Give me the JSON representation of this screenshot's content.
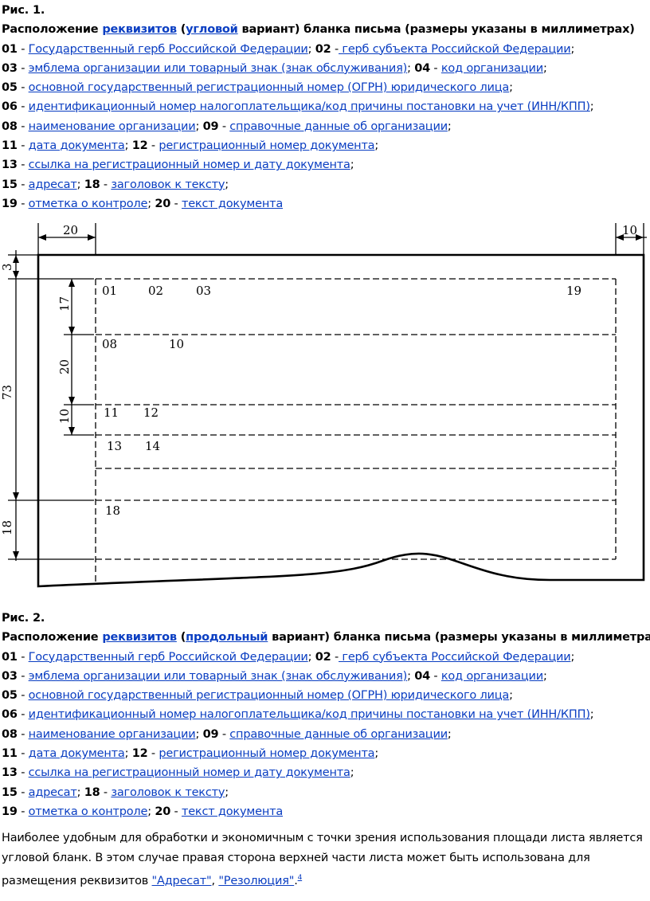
{
  "fig1": {
    "heading": "Рис. 1.",
    "title_prefix": "Расположение",
    "title_link1": "реквизитов",
    "title_open": "(",
    "title_link2": "угловой",
    "title_suffix": "вариант) бланка письма (размеры указаны в миллиметрах)"
  },
  "fig2": {
    "heading": "Рис. 2.",
    "title_prefix": "Расположение",
    "title_link1": "реквизитов",
    "title_open": "(",
    "title_link2": "продольный",
    "title_suffix": "вариант) бланка письма (размеры указаны в миллиметрах)"
  },
  "legend": {
    "n01": "01",
    "t01": "Государственный герб Российской Федерации",
    "n02": "02",
    "t02": " герб субъекта Российской Федерации",
    "n03": "03",
    "t03": "эмблема организации или товарный знак (знак обслуживания)",
    "n04": "04",
    "t04": "код организации",
    "n05": "05",
    "t05": "основной государственный регистрационный номер (ОГРН) юридического лица",
    "n06": "06",
    "t06_a": "идентификационный номер налогоплательщика/код причины постановки на учет (ИНН/КПП)",
    "t06_b": "идентификационный номер налогоплательщика/код причины постановки на учет (ИНН/КПП)",
    "n08": "08",
    "t08": "наименование организации",
    "n09": "09",
    "t09": "справочные данные об организации",
    "n11": "11",
    "t11": "дата документа",
    "n12": "12",
    "t12": "регистрационный номер документа",
    "n13": "13",
    "t13": "ссылка на регистрационный номер и дату документа",
    "n15": "15",
    "t15": "адресат",
    "n18": "18",
    "t18": "заголовок к тексту",
    "n19": "19",
    "t19": "отметка о контроле",
    "n20": "20",
    "t20": "текст документа"
  },
  "diagram": {
    "dim_20_top": "20",
    "dim_10_top": "10",
    "dim_3": "3",
    "dim_17": "17",
    "dim_20_side": "20",
    "dim_10_side": "10",
    "dim_73": "73",
    "dim_18": "18",
    "f01": "01",
    "f02": "02",
    "f03": "03",
    "f19": "19",
    "f08": "08",
    "f10": "10",
    "f11": "11",
    "f12": "12",
    "f13": "13",
    "f14": "14",
    "f18": "18"
  },
  "paragraph": {
    "line1": "Наиболее удобным для обработки и экономичным с точки зрения использования площади листа является",
    "line2": "угловой бланк. В этом случае правая сторона верхней части листа может быть использована для",
    "line3_prefix": "размещения реквизитов",
    "link_adresat": "\"Адресат\"",
    "comma": ",",
    "link_rezolyuciya": "\"Резолюция\"",
    "dot": ".",
    "footnote": "4"
  }
}
